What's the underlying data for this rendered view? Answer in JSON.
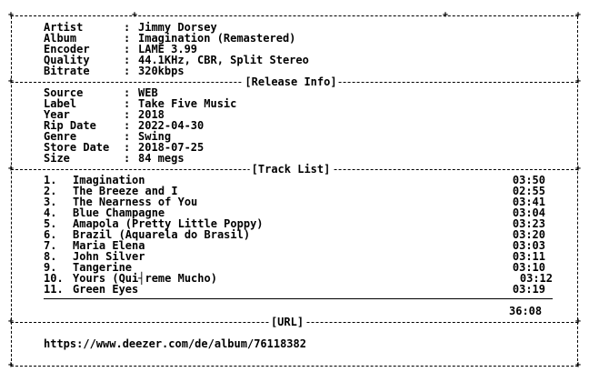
{
  "header": {
    "rows": [
      {
        "key": "Artist",
        "value": "Jimmy Dorsey"
      },
      {
        "key": "Album",
        "value": "Imagination (Remastered)"
      },
      {
        "key": "Encoder",
        "value": "LAME 3.99"
      },
      {
        "key": "Quality",
        "value": "44.1KHz, CBR, Split Stereo"
      },
      {
        "key": "Bitrate",
        "value": "320kbps"
      }
    ]
  },
  "release": {
    "title": "[Release Info]",
    "rows": [
      {
        "key": "Source",
        "value": "WEB"
      },
      {
        "key": "Label",
        "value": "Take Five Music"
      },
      {
        "key": "Year",
        "value": "2018"
      },
      {
        "key": "Rip Date",
        "value": "2022-04-30"
      },
      {
        "key": "Genre",
        "value": "Swing"
      },
      {
        "key": "Store Date",
        "value": "2018-07-25"
      },
      {
        "key": "Size",
        "value": "84 megs"
      }
    ]
  },
  "tracks": {
    "title": "[Track List]",
    "items": [
      {
        "num": "1.",
        "title": "Imagination",
        "duration": "03:50"
      },
      {
        "num": "2.",
        "title": "The Breeze and I",
        "duration": "02:55"
      },
      {
        "num": "3.",
        "title": "The Nearness of You",
        "duration": "03:41"
      },
      {
        "num": "4.",
        "title": "Blue Champagne",
        "duration": "03:04"
      },
      {
        "num": "5.",
        "title": "Amapola (Pretty Little Poppy)",
        "duration": "03:23"
      },
      {
        "num": "6.",
        "title": "Brazil (Aquarela do Brasil)",
        "duration": "03:20"
      },
      {
        "num": "7.",
        "title": "Maria Elena",
        "duration": "03:03"
      },
      {
        "num": "8.",
        "title": "John Silver",
        "duration": "03:11"
      },
      {
        "num": "9.",
        "title": "Tangerine",
        "duration": "03:10"
      },
      {
        "num": "10.",
        "title": "Yours (Qui┤reme Mucho)",
        "duration": "03:12"
      },
      {
        "num": "11.",
        "title": "Green Eyes",
        "duration": "03:19"
      }
    ],
    "total": "36:08"
  },
  "url": {
    "title": "[URL]",
    "value": "https://www.deezer.com/de/album/76118382"
  }
}
